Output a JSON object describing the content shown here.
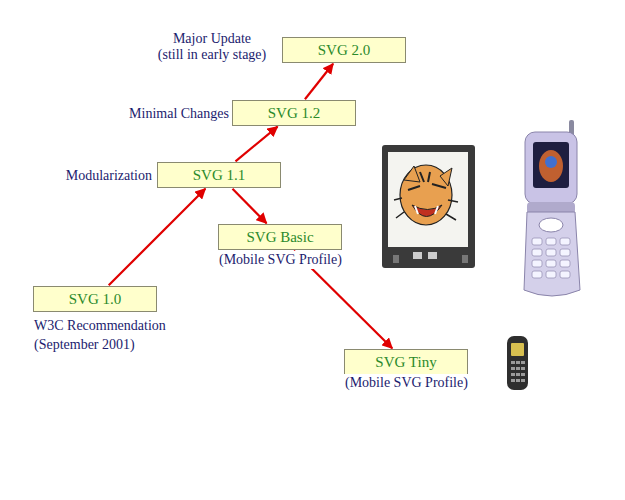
{
  "diagram": {
    "nodes": [
      {
        "text": [
          "SVG 2.0"
        ]
      },
      {
        "text": [
          "SVG 1.2"
        ]
      },
      {
        "text": [
          "SVG 1.1"
        ]
      },
      {
        "text": [
          "SVG Basic"
        ]
      },
      {
        "text": [
          "SVG 1.0"
        ]
      },
      {
        "text": [
          "SVG Tiny"
        ]
      }
    ],
    "edges": [
      {
        "from": 4,
        "to": 2,
        "arrow": "to"
      },
      {
        "from": 2,
        "to": 1,
        "arrow": "to"
      },
      {
        "from": 1,
        "to": 0,
        "arrow": "to"
      },
      {
        "from": 2,
        "to": 3,
        "arrow": "to"
      },
      {
        "from": 3,
        "to": 5,
        "arrow": "to"
      }
    ],
    "labels": [
      "Major Update",
      "(still in early stage)",
      "Minimal Changes",
      "Modularization",
      "(Mobile SVG Profile)",
      "W3C Recommendation",
      "(September 2001)",
      "(Mobile SVG Profile)"
    ]
  }
}
